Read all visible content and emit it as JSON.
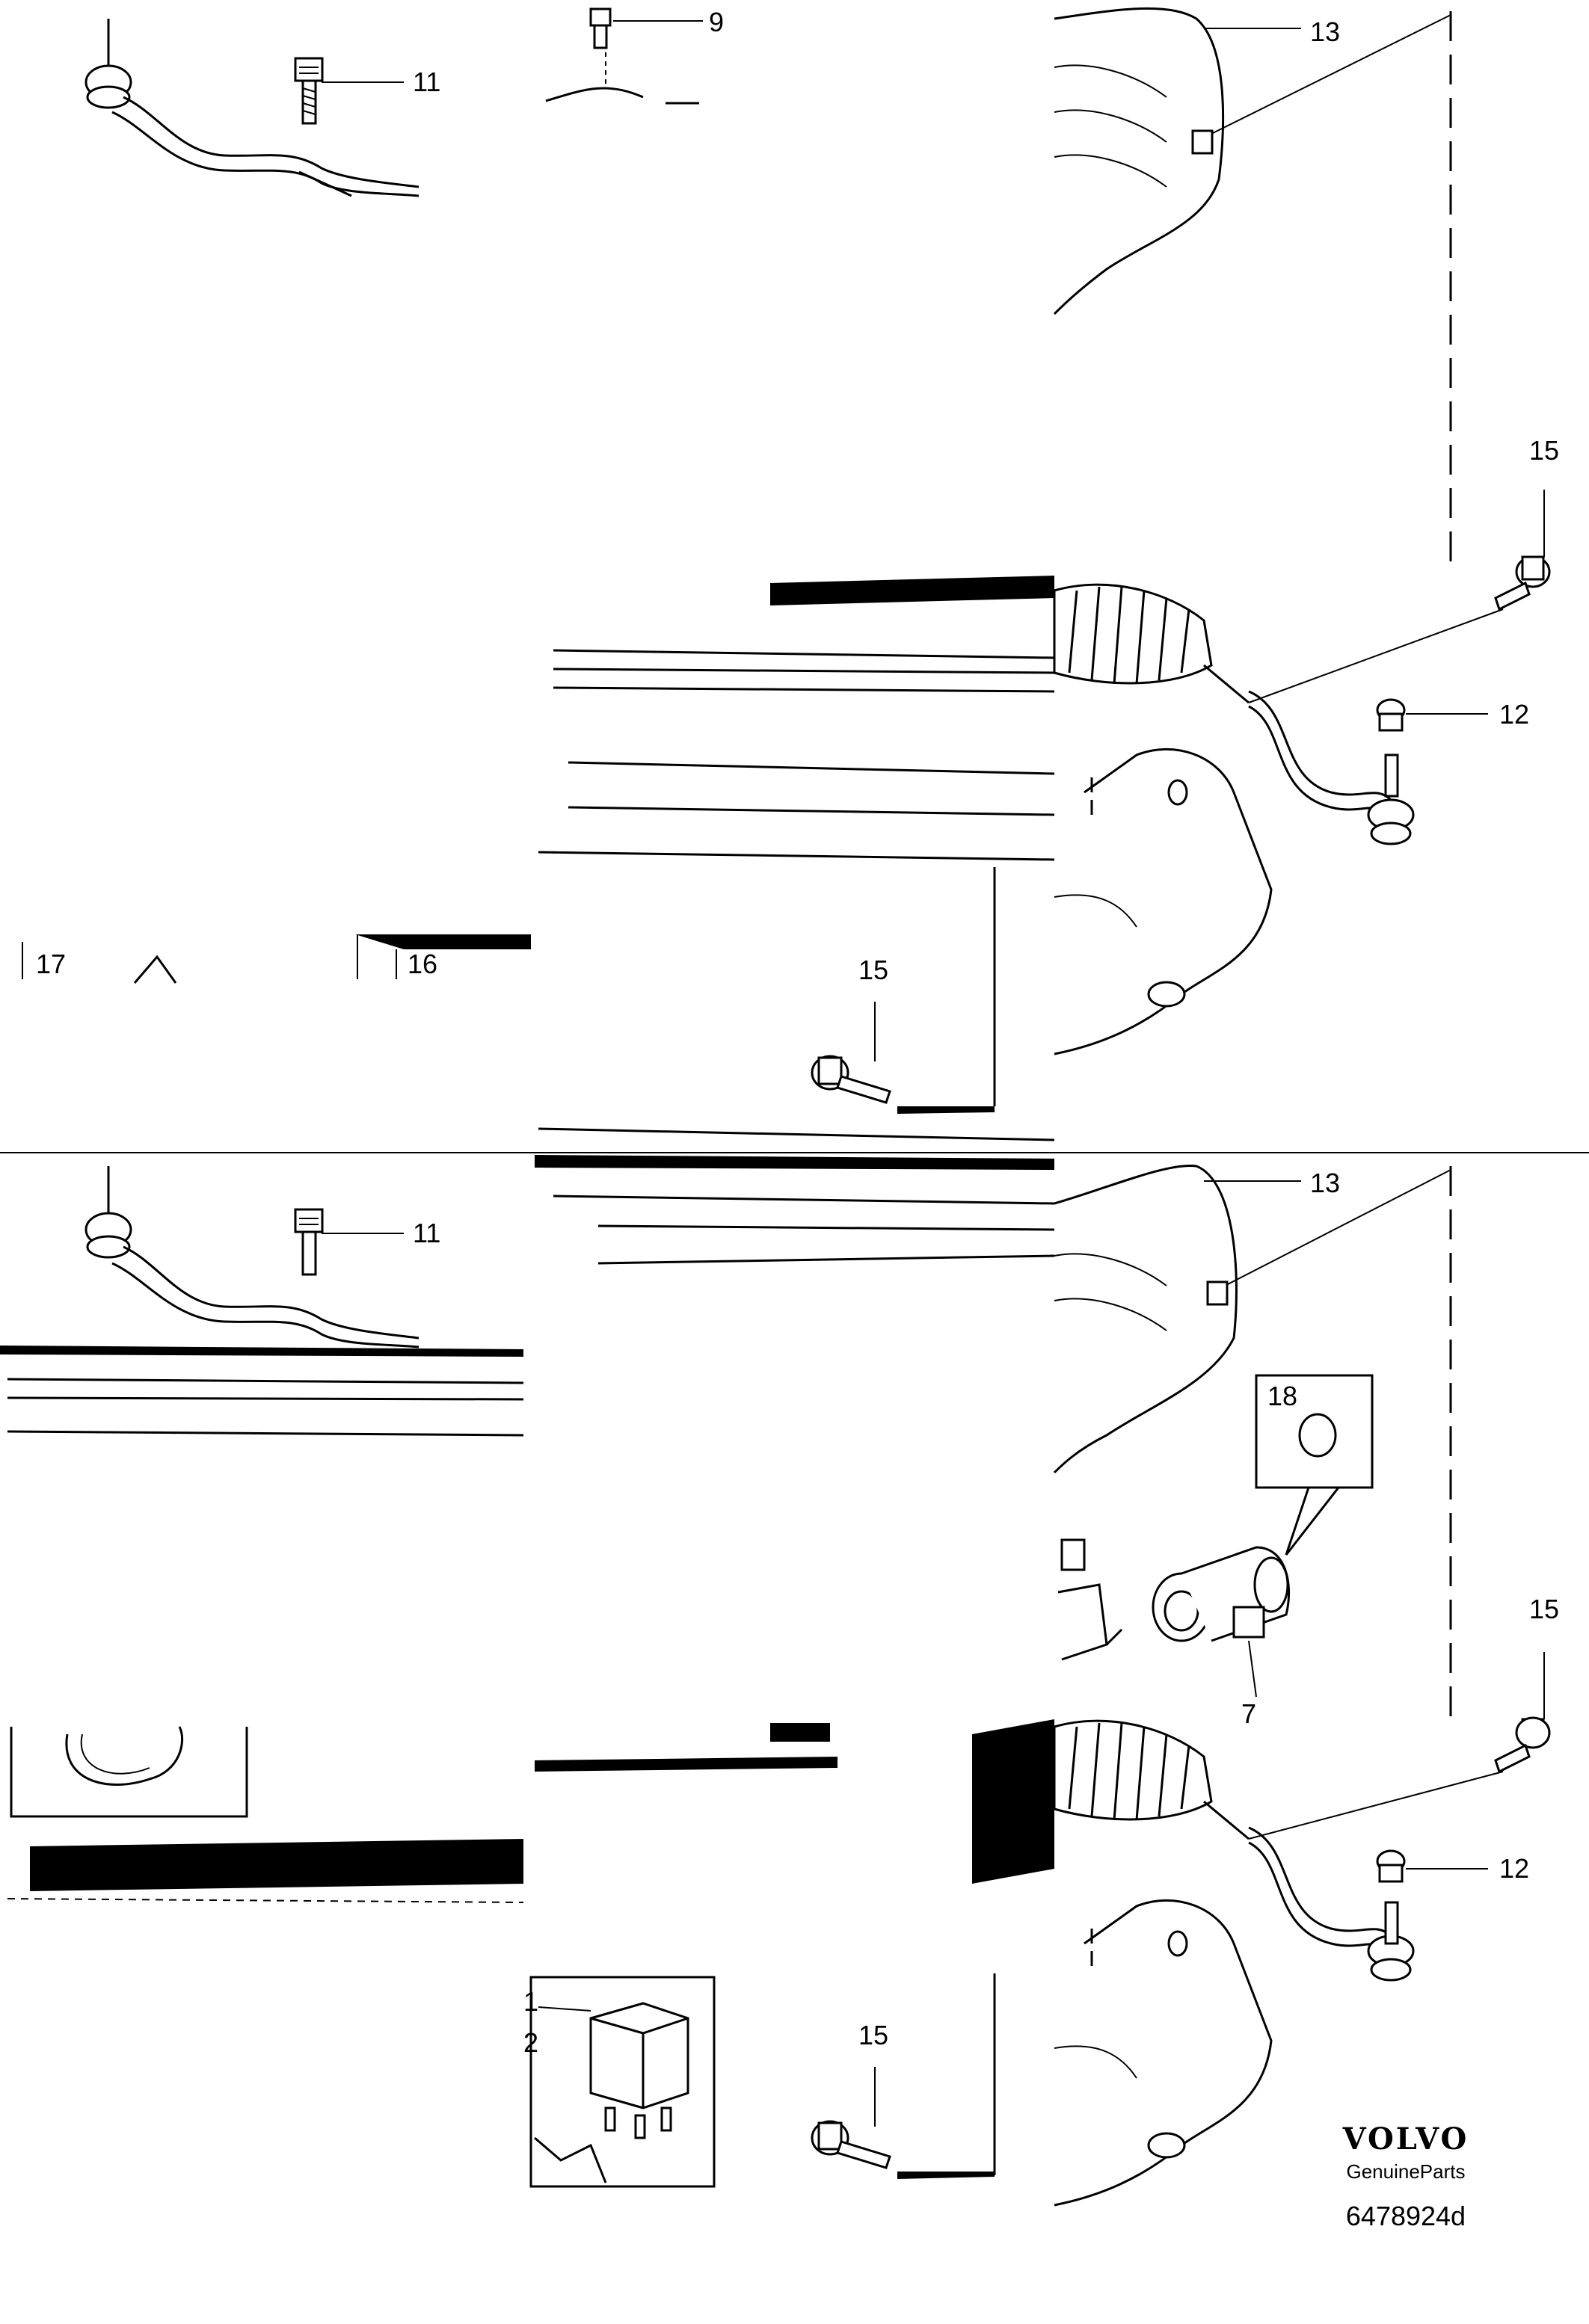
{
  "callouts": {
    "top_left_11": "11",
    "top_mid_9": "9",
    "top_right_13": "13",
    "right_15_upper": "15",
    "right_12_upper": "12",
    "left_17": "17",
    "left_16": "16",
    "mid_15_upper": "15",
    "bottom_left_11": "11",
    "bottom_right_13": "13",
    "bottom_18": "18",
    "bottom_7": "7",
    "right_15_lower": "15",
    "right_12_lower": "12",
    "mid_15_lower": "15",
    "relay_1": "1",
    "relay_2": "2"
  },
  "brand": {
    "logo": "VOLVO",
    "subtitle": "GenuineParts",
    "diagram_id": "6478924d"
  },
  "colors": {
    "line": "#000000",
    "background": "#ffffff"
  }
}
